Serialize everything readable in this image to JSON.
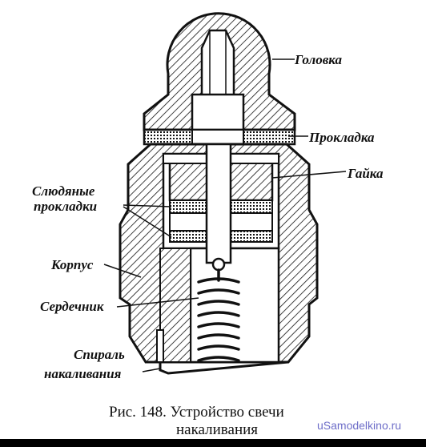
{
  "labels": {
    "head": "Головка",
    "gasket": "Прокладка",
    "nut": "Гайка",
    "mica_line1": "Слюдяные",
    "mica_line2": "прокладки",
    "body": "Корпус",
    "core": "Сердечник",
    "spiral_line1": "Спираль",
    "spiral_line2": "накаливания"
  },
  "caption": {
    "line1": "Рис. 148. Устройство свечи",
    "line2": "накаливания"
  },
  "watermark": "uSamodelkino.ru"
}
